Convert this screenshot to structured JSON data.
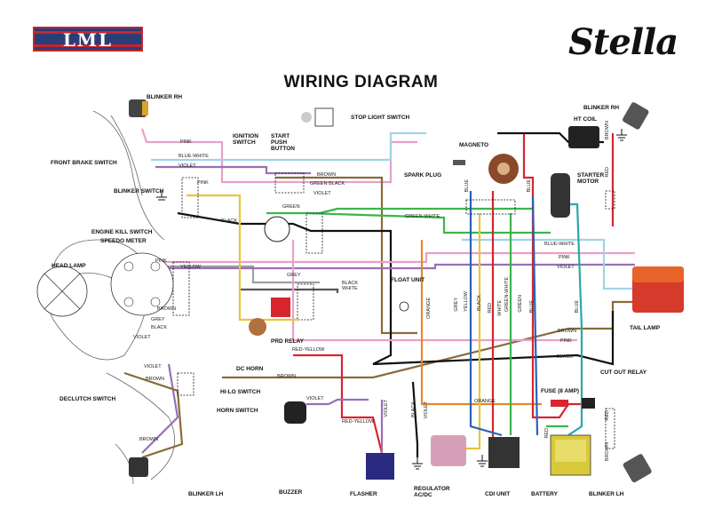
{
  "brand": {
    "left_logo": "LML",
    "right_logo": "Stella"
  },
  "title": "WIRING DIAGRAM",
  "components": {
    "blinker_rh_front": "BLINKER RH",
    "blinker_rh_rear": "BLINKER RH",
    "front_brake_switch": "FRONT BRAKE SWITCH",
    "blinker_switch": "BLINKER SWITCH",
    "ignition_switch": "IGNITION SWITCH",
    "start_push_button": "START PUSH BUTTON",
    "stop_light_switch": "STOP LIGHT SWITCH",
    "magneto": "MAGNETO",
    "ht_coil": "HT COIL",
    "spark_plug": "SPARK PLUG",
    "starter_motor": "STARTER MOTOR",
    "engine_kill_switch": "ENGINE KILL SWITCH",
    "speedo_meter": "SPEEDO METER",
    "head_lamp": "HEAD LAMP",
    "float_unit": "FLOAT UNIT",
    "prd_relay": "PRD RELAY",
    "dc_horn": "DC HORN",
    "hi_lo_switch": "HI-LO SWITCH",
    "horn_switch": "HORN SWITCH",
    "declutch_switch": "DECLUTCH SWITCH",
    "tail_lamp": "TAIL LAMP",
    "cut_out_relay": "CUT OUT RELAY",
    "fuse": "FUSE (8 AMP)",
    "blinker_lh_front": "BLINKER LH",
    "blinker_lh_rear": "BLINKER LH",
    "buzzer": "BUZZER",
    "flasher": "FLASHER",
    "regulator": "REGULATOR AC/DC",
    "cdi_unit": "CDI UNIT",
    "battery": "BATTERY"
  },
  "wire_labels": {
    "pink": "PINK",
    "blue_white": "BLUE-WHITE",
    "violet": "VIOLET",
    "brown": "BROWN",
    "green_black": "GREEN BLACK",
    "black": "BLACK",
    "green": "GREEN",
    "green_white": "GREEN-WHITE",
    "grey": "GREY",
    "black_white": "BLACK WHITE",
    "red_yellow": "RED-YELLOW",
    "yellow": "YELLOW",
    "orange": "ORANGE",
    "red": "RED",
    "white": "WHITE",
    "blue": "BLUE"
  },
  "colors": {
    "pink": "#e8a0c8",
    "blue_white": "#9fd4e8",
    "violet": "#9a6fb5",
    "brown": "#8a6a3a",
    "green": "#3cb54a",
    "black": "#111111",
    "grey": "#9aa0a6",
    "yellow": "#e8c53a",
    "orange": "#e08a2c",
    "red": "#d7262e",
    "blue": "#2a62b8",
    "teal": "#2aa8a8",
    "lml_blue": "#2a3d78",
    "lml_red": "#c3262d"
  }
}
